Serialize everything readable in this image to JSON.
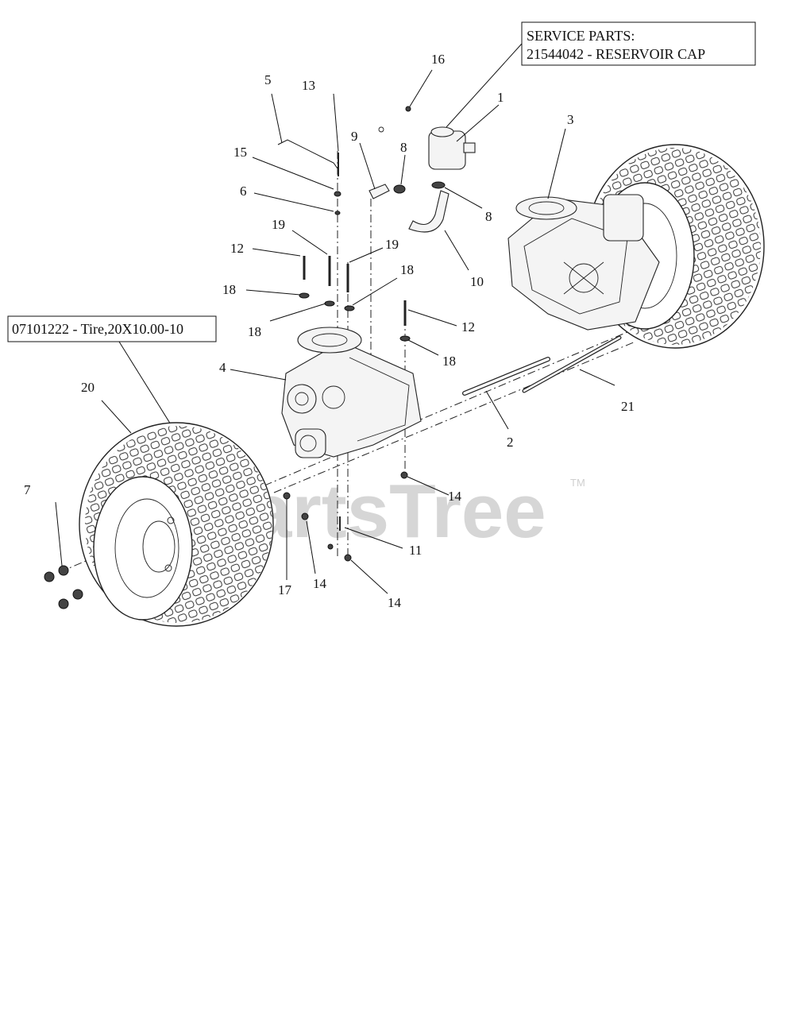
{
  "callouts": {
    "service_parts_line1": "SERVICE PARTS:",
    "service_parts_line2": "21544042 - RESERVOIR CAP",
    "tire_part": "07101222 - Tire,20X10.00-10"
  },
  "labels": {
    "n1": "1",
    "n2": "2",
    "n3": "3",
    "n4": "4",
    "n5": "5",
    "n6": "6",
    "n7": "7",
    "n8a": "8",
    "n8b": "8",
    "n9": "9",
    "n10": "10",
    "n11": "11",
    "n12a": "12",
    "n12b": "12",
    "n13": "13",
    "n14a": "14",
    "n14b": "14",
    "n14c": "14",
    "n15": "15",
    "n16": "16",
    "n17": "17",
    "n18a": "18",
    "n18b": "18",
    "n18c": "18",
    "n18d": "18",
    "n19a": "19",
    "n19b": "19",
    "n20": "20",
    "n21": "21"
  },
  "watermark": {
    "text": "PartsTree",
    "trademark": "TM"
  }
}
